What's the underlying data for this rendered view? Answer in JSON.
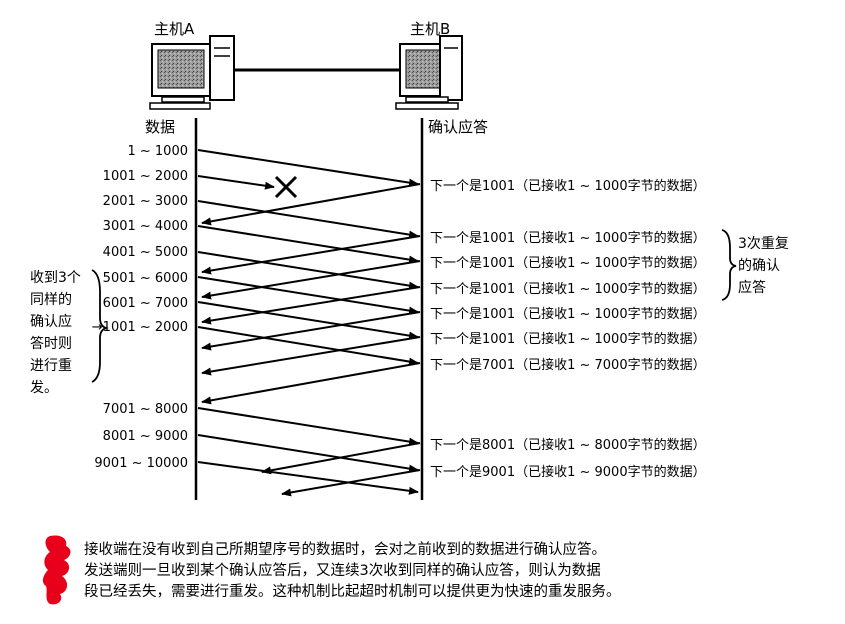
{
  "hosts": {
    "a": "主机A",
    "b": "主机B"
  },
  "columns": {
    "left": "数据",
    "right": "确认应答"
  },
  "segments": [
    "1 ~ 1000",
    "1001 ~ 2000",
    "2001 ~ 3000",
    "3001 ~ 4000",
    "4001 ~ 5000",
    "5001 ~ 6000",
    "6001 ~ 7000",
    "→1001 ~ 2000",
    "7001 ~ 8000",
    "8001 ~ 9000",
    "9001 ~ 10000"
  ],
  "acks": [
    "下一个是1001（已接收1 ~ 1000字节的数据）",
    "下一个是1001（已接收1 ~ 1000字节的数据）",
    "下一个是1001（已接收1 ~ 1000字节的数据）",
    "下一个是1001（已接收1 ~ 1000字节的数据）",
    "下一个是1001（已接收1 ~ 1000字节的数据）",
    "下一个是1001（已接收1 ~ 1000字节的数据）",
    "下一个是7001（已接收1 ~ 7000字节的数据）",
    "下一个是8001（已接收1 ~ 8000字节的数据）",
    "下一个是9001（已接收1 ~ 9000字节的数据）"
  ],
  "left_note": [
    "收到3个",
    "同样的",
    "确认应",
    "答时则",
    "进行重",
    "发。"
  ],
  "right_note": [
    "3次重复",
    "的确认",
    "应答"
  ],
  "caption": [
    "接收端在没有收到自己所期望序号的数据时，会对之前收到的数据进行确认应答。",
    "发送端则一旦收到某个确认应答后，又连续3次收到同样的确认应答，则认为数据",
    "段已经丢失，需要进行重发。这种机制比起超时机制可以提供更为快速的重发服务。"
  ],
  "colors": {
    "line": "#000000",
    "bullet": "#e8001a",
    "screen": "#8a8a8a"
  }
}
